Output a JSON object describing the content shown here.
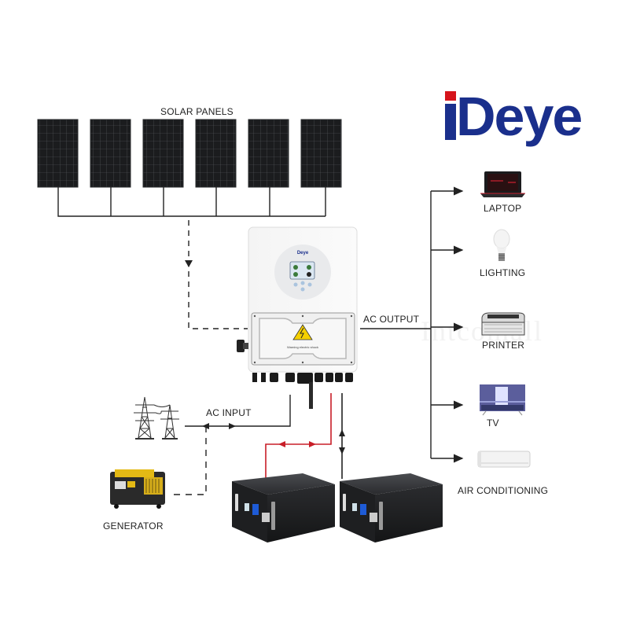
{
  "brand": {
    "name": "Deye",
    "logo_text": "Deye",
    "colors": {
      "blue": "#1a2f8c",
      "red": "#d6141b"
    }
  },
  "labels": {
    "solar_panels": "SOLAR PANELS",
    "ac_output": "AC OUTPUT",
    "ac_input": "AC INPUT",
    "generator": "GENERATOR"
  },
  "inverter": {
    "brand_text": "Deye",
    "warning_text": "Warning electric shock"
  },
  "solar_panel_count": 6,
  "battery_count": 2,
  "loads": [
    {
      "id": "laptop",
      "label": "LAPTOP",
      "icon": "laptop-icon"
    },
    {
      "id": "lighting",
      "label": "LIGHTING",
      "icon": "light-bulb-icon"
    },
    {
      "id": "printer",
      "label": "PRINTER",
      "icon": "printer-icon"
    },
    {
      "id": "tv",
      "label": "TV",
      "icon": "tv-icon"
    },
    {
      "id": "air_conditioning",
      "label": "AIR CONDITIONING",
      "icon": "air-conditioner-icon"
    }
  ],
  "watermark": "Intcomall",
  "line_colors": {
    "default": "#222222",
    "battery": "#c81e28"
  }
}
